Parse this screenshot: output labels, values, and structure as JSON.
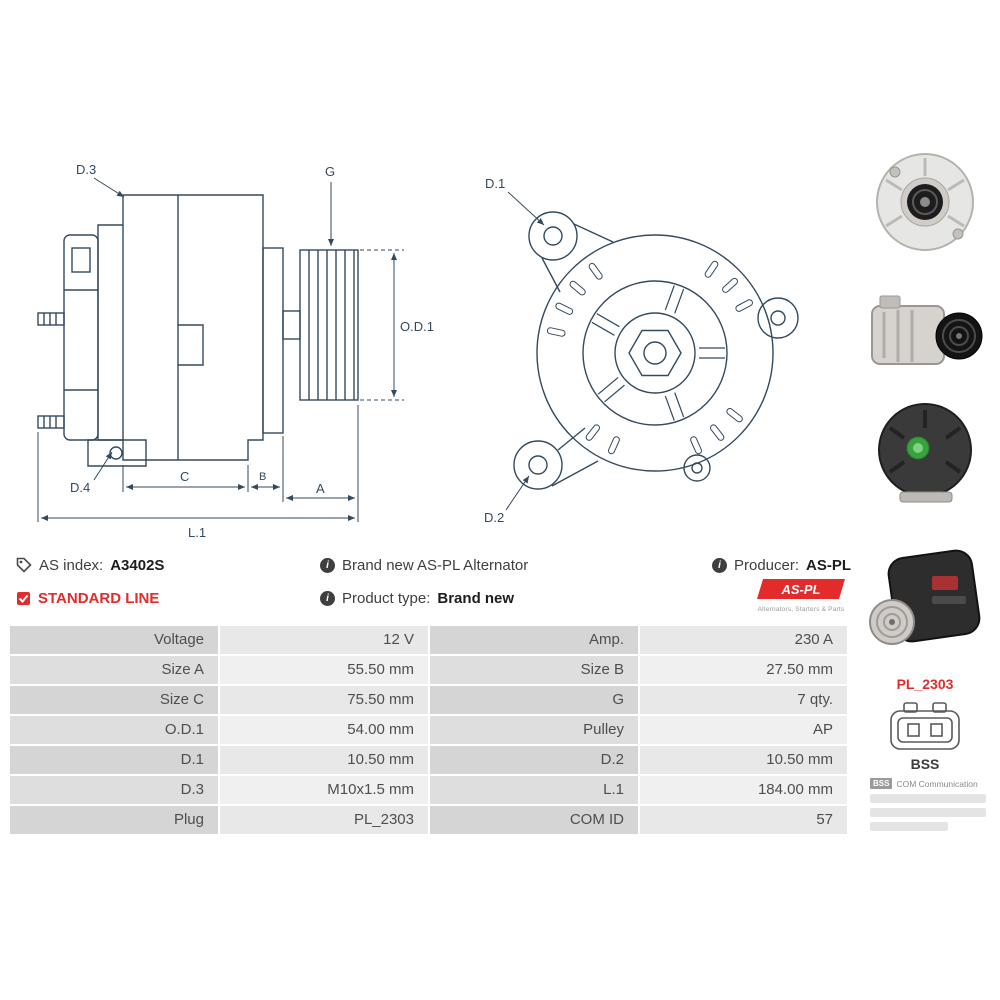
{
  "colors": {
    "accent_red": "#e32b2b",
    "drawing_line": "#334a5e",
    "table_label_bg": "#d5d5d5",
    "table_value_bg": "#e8e8e8",
    "text_dark": "#3f3f3f"
  },
  "info": {
    "as_index_label": "AS index:",
    "as_index_value": "A3402S",
    "standard_line": "STANDARD LINE",
    "brand_new_text": "Brand new AS-PL Alternator",
    "product_type_label": "Product type:",
    "product_type_value": "Brand new",
    "producer_label": "Producer:",
    "producer_value": "AS-PL",
    "logo_text": "AS-PL",
    "logo_tagline": "Alternators, Starters & Parts"
  },
  "diagrams": {
    "side_view": {
      "labels": {
        "d3": "D.3",
        "g": "G",
        "od1": "O.D.1",
        "d4": "D.4",
        "c": "C",
        "b": "B",
        "a": "A",
        "l1": "L.1"
      }
    },
    "front_view": {
      "labels": {
        "d1": "D.1",
        "d2": "D.2"
      }
    }
  },
  "side_panel": {
    "plug_code": "PL_2303",
    "bss_title": "BSS",
    "bss_badge": "BSS",
    "bss_text": "COM Communication"
  },
  "spec_table": {
    "rows": [
      {
        "label1": "Voltage",
        "value1": "12 V",
        "label2": "Amp.",
        "value2": "230 A"
      },
      {
        "label1": "Size A",
        "value1": "55.50 mm",
        "label2": "Size B",
        "value2": "27.50 mm"
      },
      {
        "label1": "Size C",
        "value1": "75.50 mm",
        "label2": "G",
        "value2": "7 qty."
      },
      {
        "label1": "O.D.1",
        "value1": "54.00 mm",
        "label2": "Pulley",
        "value2": "AP"
      },
      {
        "label1": "D.1",
        "value1": "10.50 mm",
        "label2": "D.2",
        "value2": "10.50 mm"
      },
      {
        "label1": "D.3",
        "value1": "M10x1.5 mm",
        "label2": "L.1",
        "value2": "184.00 mm"
      },
      {
        "label1": "Plug",
        "value1": "PL_2303",
        "label2": "COM ID",
        "value2": "57"
      }
    ]
  }
}
